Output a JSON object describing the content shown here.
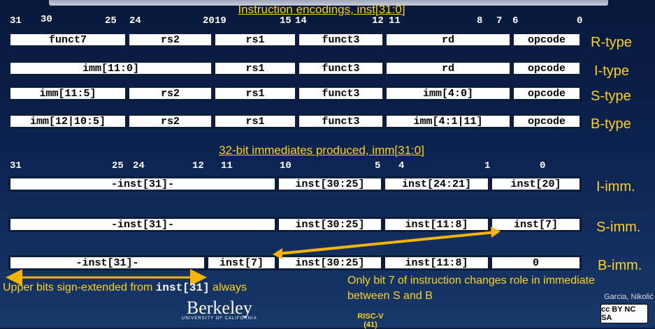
{
  "encodings": {
    "title": "Instruction encodings, inst[31:0]",
    "bits": [
      "31",
      "30",
      "25",
      "24",
      "20",
      "19",
      "15",
      "14",
      "12",
      "11",
      "8",
      "7",
      "6",
      "0"
    ],
    "rows": [
      {
        "cells": [
          "funct7",
          "rs2",
          "rs1",
          "funct3",
          "rd",
          "opcode"
        ],
        "type": "R-type"
      },
      {
        "cells": [
          "imm[11:0]",
          "rs1",
          "funct3",
          "rd",
          "opcode"
        ],
        "type": "I-type"
      },
      {
        "cells": [
          "imm[11:5]",
          "rs2",
          "rs1",
          "funct3",
          "imm[4:0]",
          "opcode"
        ],
        "type": "S-type"
      },
      {
        "cells": [
          "imm[12|10:5]",
          "rs2",
          "rs1",
          "funct3",
          "imm[4:1|11]",
          "opcode"
        ],
        "type": "B-type"
      }
    ]
  },
  "immediates": {
    "title": "32-bit immediates produced, imm[31:0]",
    "bits": [
      "31",
      "25",
      "24",
      "12",
      "11",
      "10",
      "5",
      "4",
      "1",
      "0"
    ],
    "rows": [
      {
        "cells": [
          "-inst[31]-",
          "inst[30:25]",
          "inst[24:21]",
          "inst[20]"
        ],
        "type": "I-imm."
      },
      {
        "cells": [
          "-inst[31]-",
          "inst[30:25]",
          "inst[11:8]",
          "inst[7]"
        ],
        "type": "S-imm."
      },
      {
        "cells": [
          "-inst[31]-",
          "inst[7]",
          "inst[30:25]",
          "inst[11:8]",
          "0"
        ],
        "type": "B-imm."
      }
    ]
  },
  "notes": {
    "sign_prefix": "Upper bits sign-extended from ",
    "sign_code": "inst[31]",
    "sign_suffix": " always",
    "bit7": "Only bit 7 of instruction changes role in immediate between S and B"
  },
  "footer": {
    "logo": "Berkeley",
    "logo_sub": "UNIVERSITY OF CALIFORNIA",
    "slide": "RISC-V (41)",
    "authors": "Garcia, Nikolić",
    "license": "cc BY NC SA"
  },
  "colors": {
    "accent": "#ffd21f",
    "arrow": "#f5b400",
    "background": "#0b1c3e"
  }
}
